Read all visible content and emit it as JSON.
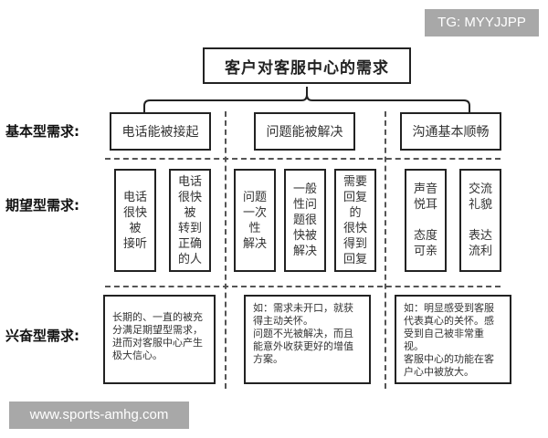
{
  "watermarks": {
    "top_right": "TG: MYYJJPP",
    "bottom_left": "www.sports-amhg.com"
  },
  "title": "客户对客服中心的需求",
  "row_labels": {
    "basic": "基本型需求:",
    "expected": "期望型需求:",
    "exciting": "兴奋型需求:"
  },
  "columns": [
    {
      "header": "电话能被接起",
      "expected_items": [
        "电话\n很快\n被\n接听",
        "电话\n很快\n被\n转到\n正确\n的人"
      ],
      "exciting_text": "长期的、一直的被充\n分满足期望型需求，\n进而对客服中心产生\n极大信心。"
    },
    {
      "header": "问题能被解决",
      "expected_items": [
        "问题\n一次\n性\n解决",
        "一般\n性问\n题很\n快被\n解决",
        "需要\n回复\n的\n很快\n得到\n回复"
      ],
      "exciting_text": "如：需求未开口，就获\n得主动关怀。\n问题不光被解决，而且\n能意外收获更好的增值\n方案。"
    },
    {
      "header": "沟通基本顺畅",
      "expected_items": [
        "声音\n悦耳\n\n态度\n可亲",
        "交流\n礼貌\n\n表达\n流利"
      ],
      "exciting_text": "如：明显感受到客服\n代表真心的关怀。感\n受到自己被非常重视。\n客服中心的功能在客\n户心中被放大。"
    }
  ],
  "colors": {
    "line": "#222222",
    "dash": "#555555",
    "watermark_bg": "#a8a8a8",
    "watermark_text": "#ffffff"
  }
}
